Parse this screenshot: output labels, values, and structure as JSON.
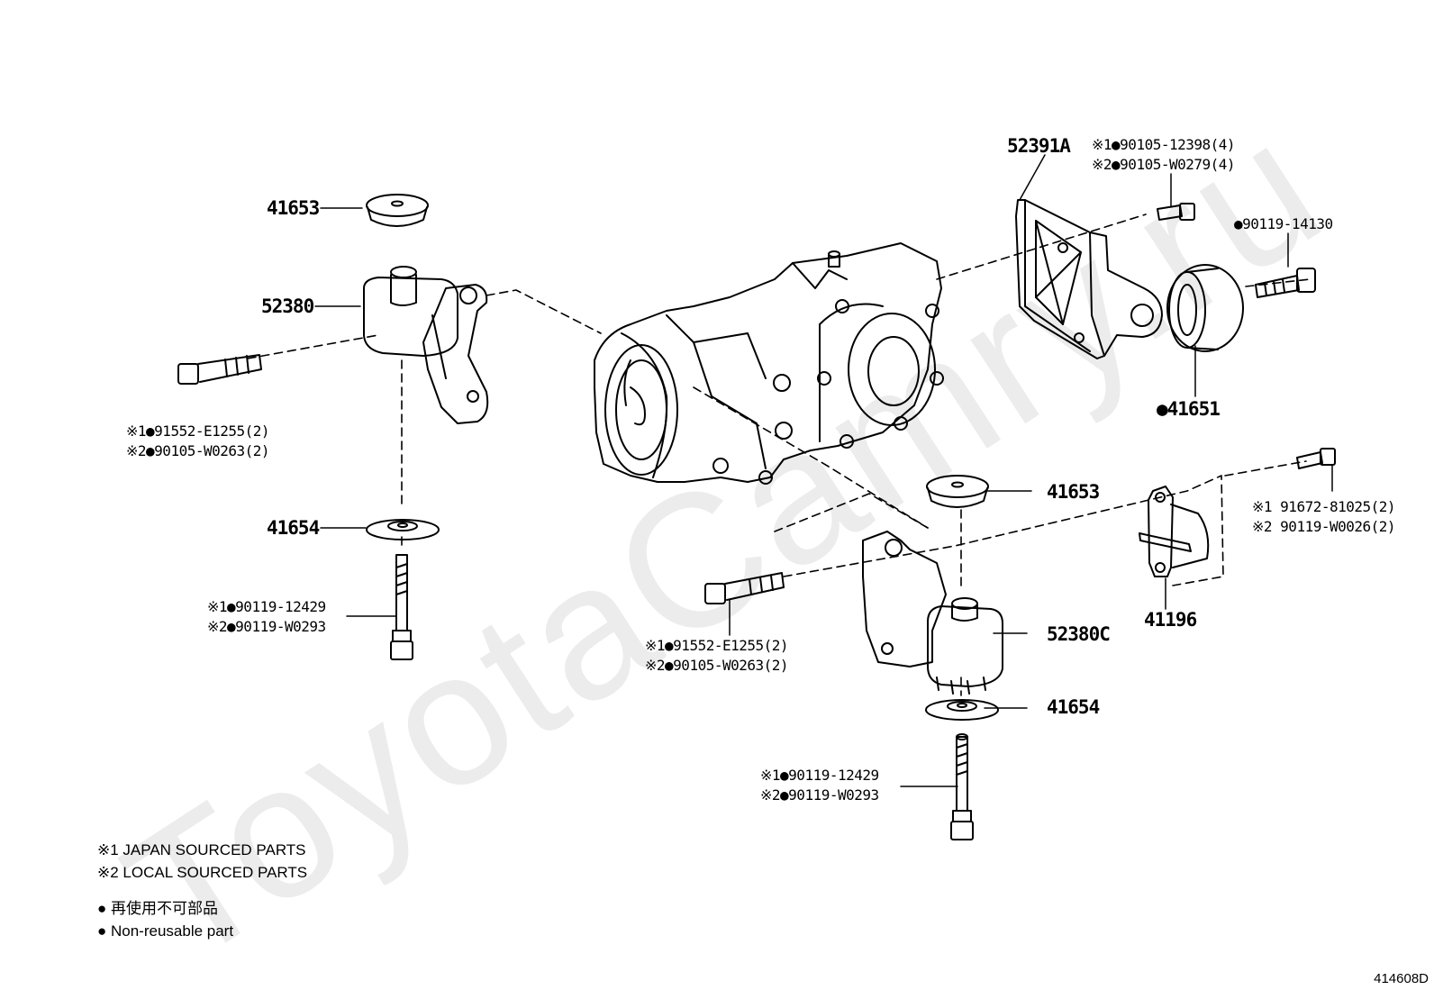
{
  "watermark": "ToyotaCamry.ru",
  "diagram_number": "414608D",
  "labels": {
    "cap_upper_left": "41653",
    "mount_left": "52380",
    "bolt_left_jp": "※1●91552-E1255(2)",
    "bolt_left_local": "※2●90105-W0263(2)",
    "washer_left": "41654",
    "stud_left_jp": "※1●90119-12429",
    "stud_left_local": "※2●90119-W0293",
    "bracket_right": "52391A",
    "bracket_bolt_jp": "※1●90105-12398(4)",
    "bracket_bolt_local": "※2●90105-W0279(4)",
    "damper_bolt": "●90119-14130",
    "damper": "●41651",
    "cap_lower_right": "41653",
    "bolt_mid_jp": "※1●91552-E1255(2)",
    "bolt_mid_local": "※2●90105-W0263(2)",
    "mount_right": "52380C",
    "washer_right": "41654",
    "stud_right_jp": "※1●90119-12429",
    "stud_right_local": "※2●90119-W0293",
    "plate_bolt_jp": "※1 91672-81025(2)",
    "plate_bolt_local": "※2 90119-W0026(2)",
    "plate": "41196"
  },
  "legend": {
    "japan": "※1 JAPAN SOURCED PARTS",
    "local": "※2 LOCAL SOURCED PARTS",
    "nonreuse_jp": "● 再使用不可部品",
    "nonreuse_en": "● Non-reusable part"
  }
}
